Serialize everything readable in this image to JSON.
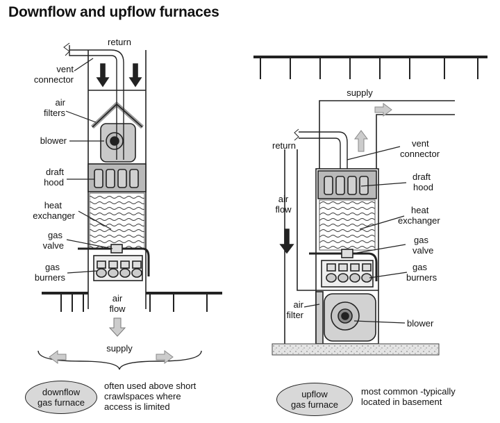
{
  "title": "Downflow and upflow furnaces",
  "downflow": {
    "labels": {
      "return": "return",
      "vent_connector": [
        "vent",
        "connector"
      ],
      "air_filters": [
        "air",
        "filters"
      ],
      "blower": "blower",
      "draft_hood": [
        "draft",
        "hood"
      ],
      "heat_exchanger": [
        "heat",
        "exchanger"
      ],
      "gas_valve": [
        "gas",
        "valve"
      ],
      "gas_burners": [
        "gas",
        "burners"
      ],
      "air_flow": [
        "air",
        "flow"
      ],
      "supply": "supply"
    },
    "badge": [
      "downflow",
      "gas furnace"
    ],
    "note": [
      "often used above short",
      "crawlspaces where",
      "access is limited"
    ]
  },
  "upflow": {
    "labels": {
      "supply": "supply",
      "return": "return",
      "vent_connector": [
        "vent",
        "connector"
      ],
      "draft_hood": [
        "draft",
        "hood"
      ],
      "air_flow": [
        "air",
        "flow"
      ],
      "heat_exchanger": [
        "heat",
        "exchanger"
      ],
      "gas_valve": [
        "gas",
        "valve"
      ],
      "gas_burners": [
        "gas",
        "burners"
      ],
      "air_filter": [
        "air",
        "filter"
      ],
      "blower": "blower"
    },
    "badge": [
      "upflow",
      "gas furnace"
    ],
    "note": [
      "most common -typically",
      "located in basement"
    ]
  },
  "colors": {
    "line": "#222222",
    "metal": "#c4c4c4",
    "light": "#dedede",
    "arrow_solid": "#222222",
    "arrow_hollow": "#bdbdbd"
  }
}
